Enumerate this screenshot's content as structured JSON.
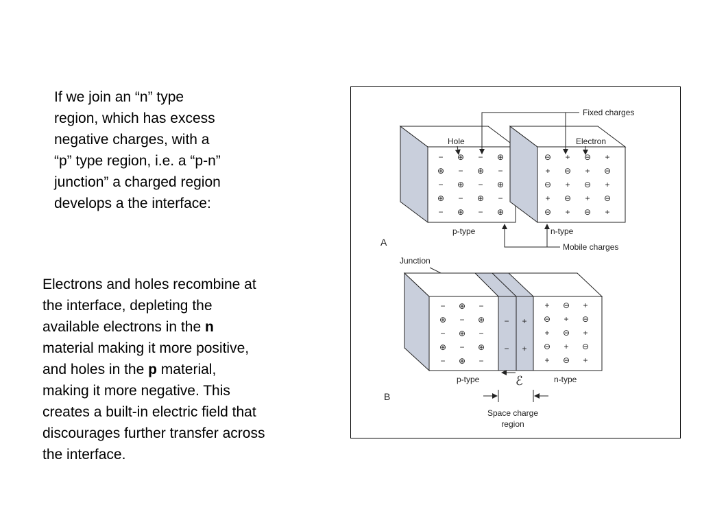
{
  "text": {
    "para1": "If we join an “n” type\nregion, which has excess\nnegative charges, with a\n“p” type region, i.e. a “p-n”\njunction” a charged region\ndevelops a the interface:",
    "para2_parts": [
      "Electrons and holes recombine at\nthe interface, depleting the\navailable electrons in the ",
      "n",
      "\nmaterial making it more positive,\nand holes in the ",
      "p",
      " material,\nmaking it more negative.  This\ncreates a built-in electric field that\ndiscourages further transfer across\nthe interface."
    ]
  },
  "figure": {
    "labels": {
      "fixed_charges": "Fixed charges",
      "hole": "Hole",
      "electron": "Electron",
      "p_type": "p-type",
      "n_type": "n-type",
      "mobile_charges": "Mobile charges",
      "panel_a": "A",
      "panel_b": "B",
      "junction": "Junction",
      "space_charge_line1": "Space charge",
      "space_charge_line2": "region",
      "field_symbol": "ℰ"
    },
    "p_grid_a": [
      [
        "−",
        "⊕",
        "−",
        "⊕"
      ],
      [
        "⊕",
        "−",
        "⊕",
        "−"
      ],
      [
        "−",
        "⊕",
        "−",
        "⊕"
      ],
      [
        "⊕",
        "−",
        "⊕",
        "−"
      ],
      [
        "−",
        "⊕",
        "−",
        "⊕"
      ]
    ],
    "n_grid_a": [
      [
        "⊖",
        "+",
        "⊖",
        "+"
      ],
      [
        "+",
        "⊖",
        "+",
        "⊖"
      ],
      [
        "⊖",
        "+",
        "⊖",
        "+"
      ],
      [
        "+",
        "⊖",
        "+",
        "⊖"
      ],
      [
        "⊖",
        "+",
        "⊖",
        "+"
      ]
    ],
    "p_grid_b": [
      [
        "−",
        "⊕",
        "−"
      ],
      [
        "⊕",
        "−",
        "⊕"
      ],
      [
        "−",
        "⊕",
        "−"
      ],
      [
        "⊕",
        "−",
        "⊕"
      ],
      [
        "−",
        "⊕",
        "−"
      ]
    ],
    "n_grid_b": [
      [
        "+",
        "⊖",
        "+"
      ],
      [
        "⊖",
        "+",
        "⊖"
      ],
      [
        "+",
        "⊖",
        "+"
      ],
      [
        "⊖",
        "+",
        "⊖"
      ],
      [
        "+",
        "⊖",
        "+"
      ]
    ],
    "depletion_p": [
      "−",
      "−"
    ],
    "depletion_n": [
      "+",
      "+"
    ],
    "colors": {
      "block_side": "#c9cfdc",
      "depletion": "#c9cfdc"
    }
  }
}
